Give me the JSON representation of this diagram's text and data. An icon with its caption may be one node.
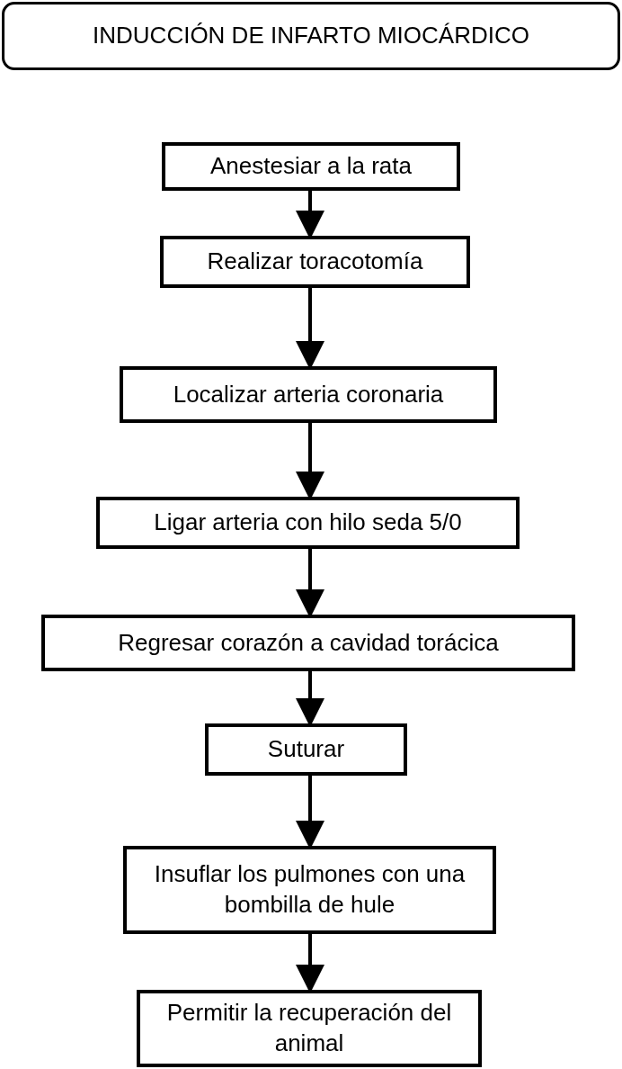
{
  "diagram": {
    "nodes": [
      {
        "text": [
          "INDUCCIÓN DE INFARTO MIOCÁRDICO"
        ]
      },
      {
        "text": [
          "Anestesiar a la rata"
        ]
      },
      {
        "text": [
          "Realizar toracotomía"
        ]
      },
      {
        "text": [
          "Localizar arteria coronaria"
        ]
      },
      {
        "text": [
          "Ligar arteria con hilo seda 5/0"
        ]
      },
      {
        "text": [
          "Regresar corazón a cavidad torácica"
        ]
      },
      {
        "text": [
          "Suturar"
        ]
      },
      {
        "text": [
          "Insuflar los pulmones con una bombilla de hule"
        ]
      },
      {
        "text": [
          "Permitir la recuperación del animal"
        ]
      }
    ],
    "edges": [
      {
        "from": 1,
        "to": 2,
        "arrow": "to"
      },
      {
        "from": 2,
        "to": 3,
        "arrow": "to"
      },
      {
        "from": 3,
        "to": 4,
        "arrow": "to"
      },
      {
        "from": 4,
        "to": 5,
        "arrow": "to"
      },
      {
        "from": 5,
        "to": 6,
        "arrow": "to"
      },
      {
        "from": 6,
        "to": 7,
        "arrow": "to"
      },
      {
        "from": 7,
        "to": 8,
        "arrow": "to"
      }
    ]
  }
}
